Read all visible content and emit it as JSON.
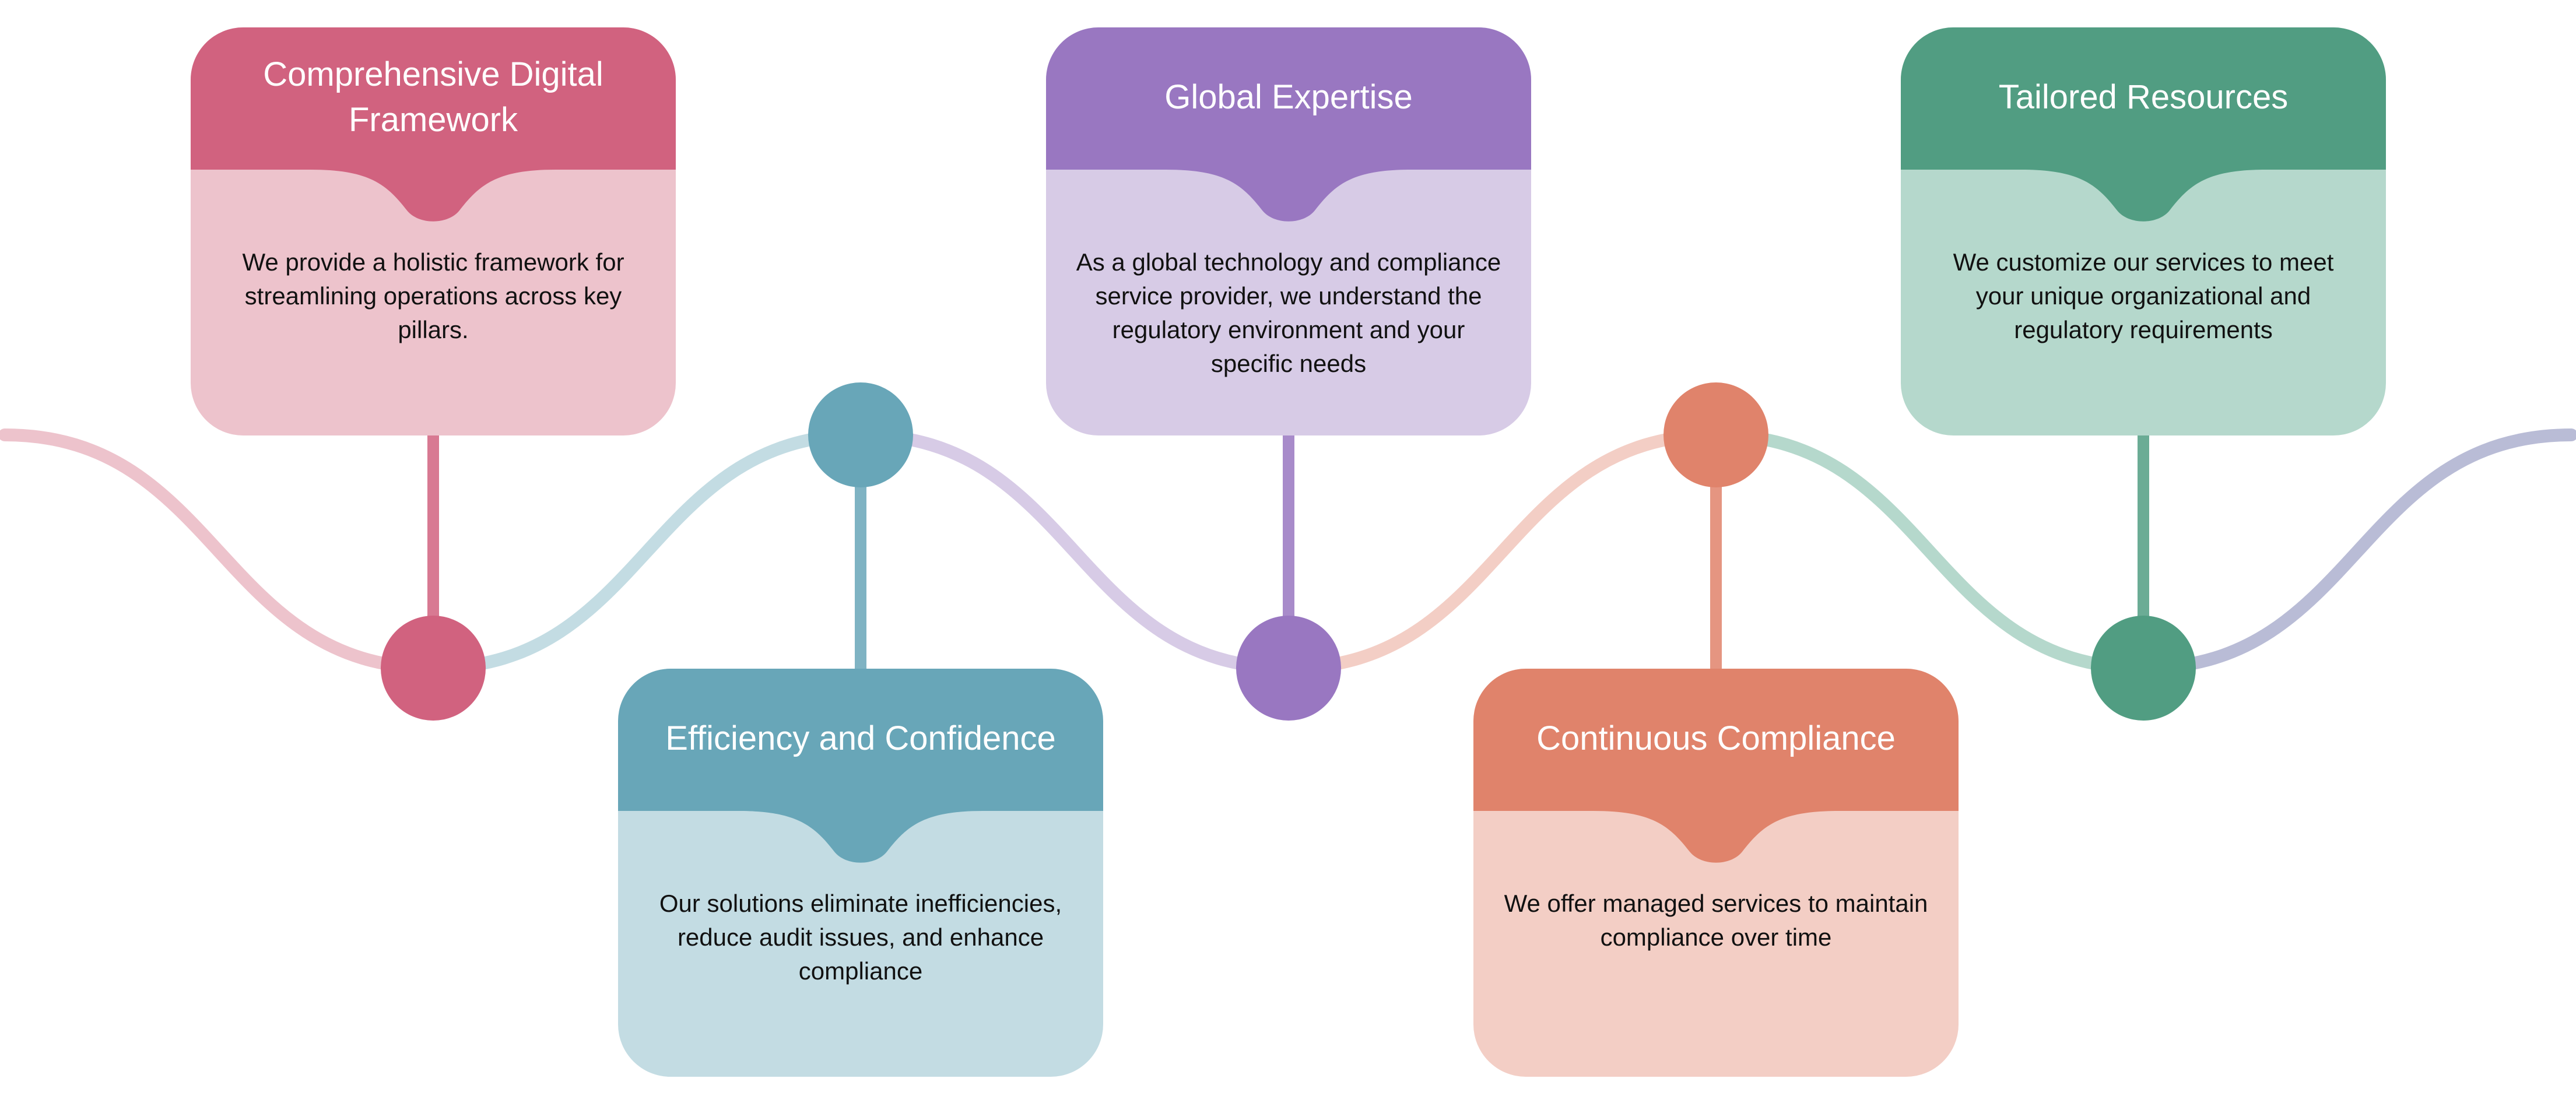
{
  "steps": [
    {
      "title": "Comprehensive Digital Framework",
      "description": "We provide a holistic framework for streamlining operations across key pillars.",
      "header_color": "#d1627f",
      "body_color": "#edc3cc",
      "wave_color": "#edc3cc"
    },
    {
      "title": "Efficiency and Confidence",
      "description": "Our solutions eliminate inefficiencies, reduce audit issues, and enhance compliance",
      "header_color": "#68a6b8",
      "body_color": "#c3dce3",
      "wave_color": "#c3dce3"
    },
    {
      "title": "Global Expertise",
      "description": "As a global technology and compliance service provider, we understand the regulatory environment and your specific needs",
      "header_color": "#9977c1",
      "body_color": "#d7cbe6",
      "wave_color": "#d7cbe6"
    },
    {
      "title": "Continuous Compliance",
      "description": "We offer managed services to maintain compliance over time",
      "header_color": "#e0836b",
      "body_color": "#f3cec5",
      "wave_color": "#f3cec5"
    },
    {
      "title": "Tailored Resources",
      "description": "We customize our services to meet your unique organizational and regulatory requirements",
      "header_color": "#519d82",
      "body_color": "#b5d8cc",
      "wave_color": "#b5d8cc"
    }
  ],
  "trailing_wave_color": "#b9bcd6"
}
